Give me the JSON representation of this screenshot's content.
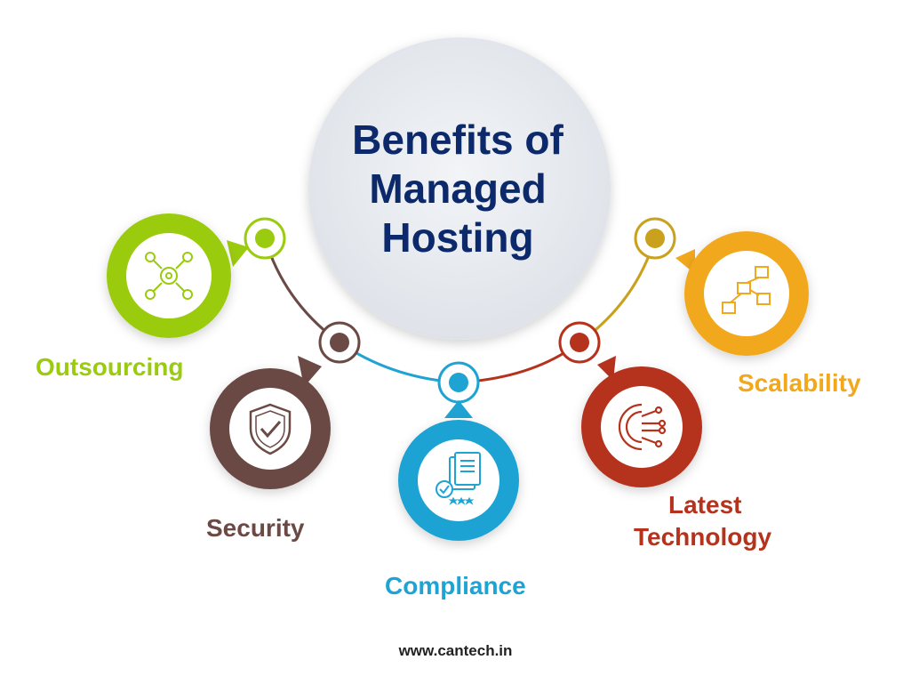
{
  "title": {
    "line1": "Benefits of",
    "line2": "Managed",
    "line3": "Hosting"
  },
  "benefits": [
    {
      "label": "Outsourcing",
      "color": "#9bcb0f",
      "icon": "network-users-icon"
    },
    {
      "label": "Security",
      "color": "#6b4a45",
      "icon": "shield-check-icon"
    },
    {
      "label": "Compliance",
      "color": "#1ea3d3",
      "icon": "certificate-document-icon"
    },
    {
      "label_line1": "Latest",
      "label_line2": "Technology",
      "color": "#b5321d",
      "icon": "tech-gear-circuit-icon"
    },
    {
      "label": "Scalability",
      "color": "#f2a81d",
      "icon": "growth-nodes-icon"
    }
  ],
  "footer": "www.cantech.in"
}
